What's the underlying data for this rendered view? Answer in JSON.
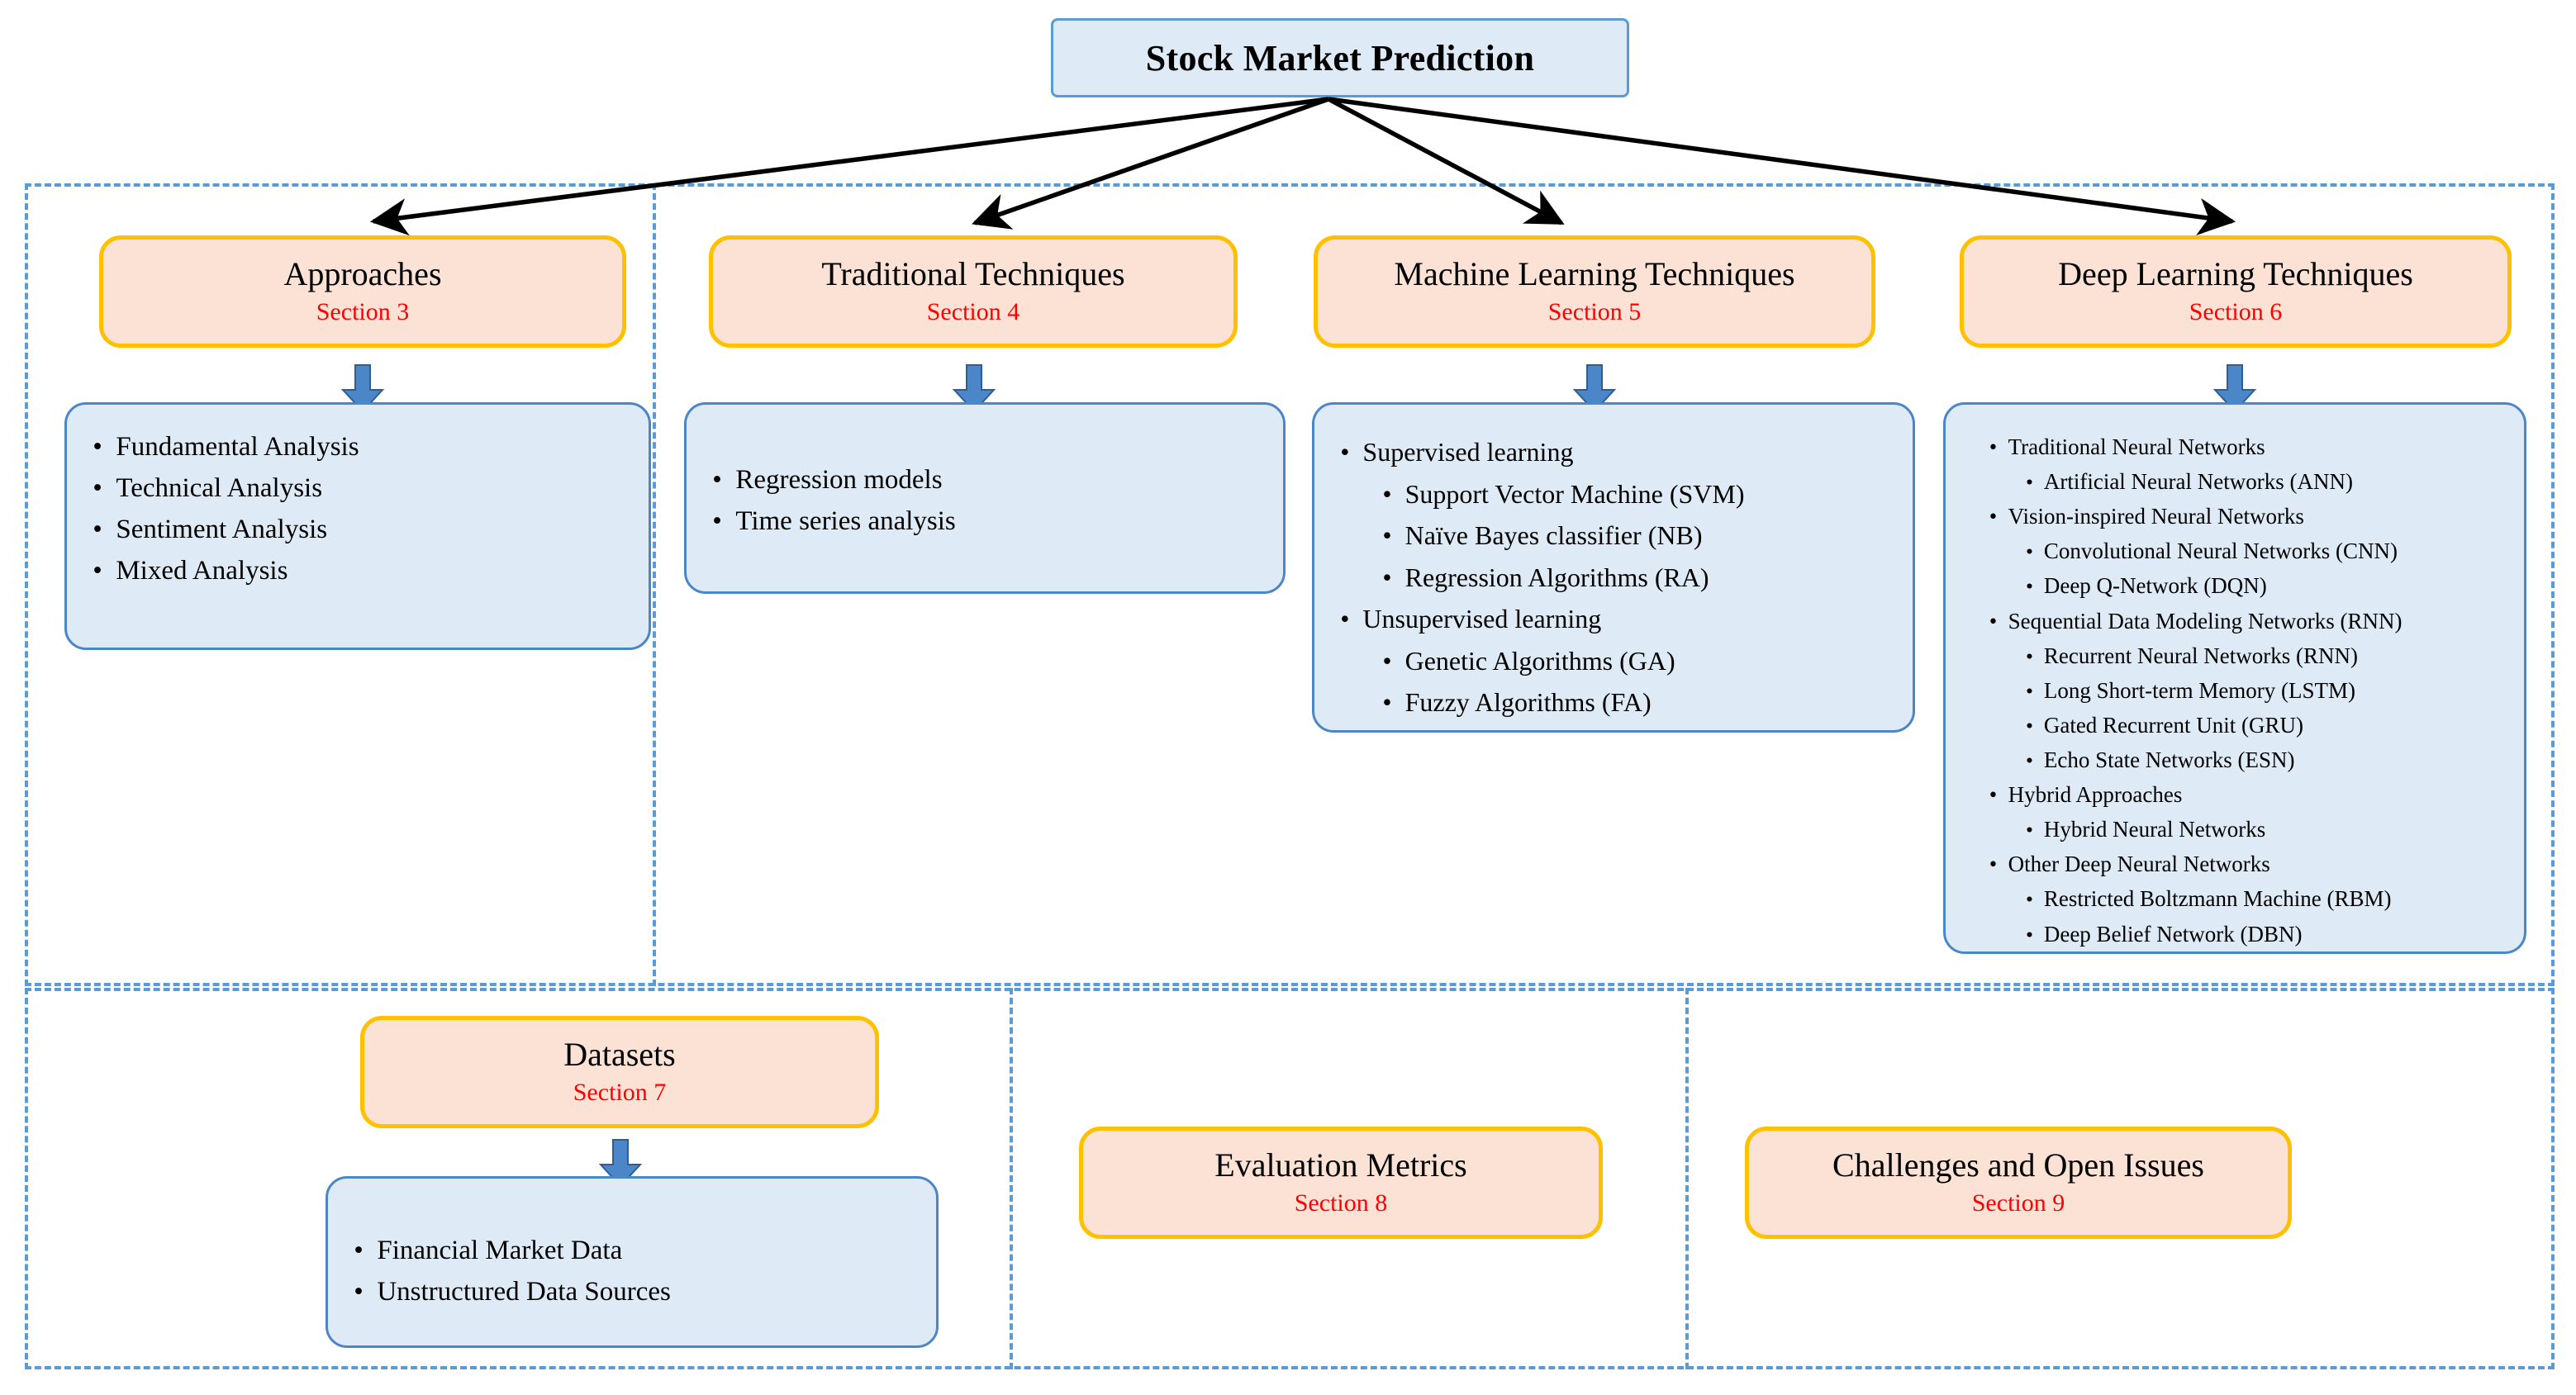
{
  "root": {
    "label": "Stock Market Prediction"
  },
  "colors": {
    "root_fill": "#DEEAF6",
    "root_border": "#5B9BD5",
    "section_fill": "#FBE2D5",
    "section_border": "#FFC000",
    "content_fill": "#DEEAF6",
    "content_border": "#4A86C8",
    "section_number_text": "#FF0000",
    "dashed_group_border": "#5B9BD5",
    "arrow_connector": "#000000",
    "block_arrow": "#4A86C8"
  },
  "upper_group": {
    "columns": [
      {
        "header": {
          "title": "Approaches",
          "section": "Section 3"
        },
        "items": [
          {
            "level": 0,
            "text": "Fundamental Analysis"
          },
          {
            "level": 0,
            "text": "Technical Analysis"
          },
          {
            "level": 0,
            "text": "Sentiment Analysis"
          },
          {
            "level": 0,
            "text": "Mixed Analysis"
          }
        ]
      },
      {
        "header": {
          "title": "Traditional Techniques",
          "section": "Section 4"
        },
        "items": [
          {
            "level": 0,
            "text": "Regression models"
          },
          {
            "level": 0,
            "text": "Time series analysis"
          }
        ]
      },
      {
        "header": {
          "title": "Machine Learning Techniques",
          "section": "Section 5"
        },
        "items": [
          {
            "level": 0,
            "text": "Supervised learning"
          },
          {
            "level": 1,
            "text": "Support Vector Machine (SVM)"
          },
          {
            "level": 1,
            "text": "Naïve Bayes classifier (NB)"
          },
          {
            "level": 1,
            "text": "Regression Algorithms (RA)"
          },
          {
            "level": 0,
            "text": "Unsupervised learning"
          },
          {
            "level": 1,
            "text": "Genetic Algorithms (GA)"
          },
          {
            "level": 1,
            "text": "Fuzzy Algorithms (FA)"
          }
        ]
      },
      {
        "header": {
          "title": "Deep Learning Techniques",
          "section": "Section 6"
        },
        "items": [
          {
            "level": 0,
            "text": "Traditional Neural Networks"
          },
          {
            "level": 1,
            "text": "Artificial Neural Networks (ANN)"
          },
          {
            "level": 0,
            "text": "Vision-inspired Neural Networks"
          },
          {
            "level": 1,
            "text": "Convolutional Neural Networks (CNN)"
          },
          {
            "level": 1,
            "text": "Deep Q-Network (DQN)"
          },
          {
            "level": 0,
            "text": "Sequential Data Modeling Networks (RNN)"
          },
          {
            "level": 1,
            "text": "Recurrent Neural Networks (RNN)"
          },
          {
            "level": 1,
            "text": "Long Short-term Memory (LSTM)"
          },
          {
            "level": 1,
            "text": "Gated Recurrent Unit (GRU)"
          },
          {
            "level": 1,
            "text": "Echo State Networks (ESN)"
          },
          {
            "level": 0,
            "text": "Hybrid Approaches"
          },
          {
            "level": 1,
            "text": "Hybrid Neural Networks"
          },
          {
            "level": 0,
            "text": "Other Deep Neural Networks"
          },
          {
            "level": 1,
            "text": "Restricted Boltzmann Machine (RBM)"
          },
          {
            "level": 1,
            "text": "Deep Belief Network (DBN)"
          }
        ]
      }
    ]
  },
  "lower_group": {
    "columns": [
      {
        "header": {
          "title": "Datasets",
          "section": "Section 7"
        },
        "items": [
          {
            "level": 0,
            "text": "Financial Market Data"
          },
          {
            "level": 0,
            "text": "Unstructured Data Sources"
          }
        ]
      },
      {
        "header": {
          "title": "Evaluation Metrics",
          "section": "Section 8"
        },
        "items": []
      },
      {
        "header": {
          "title": "Challenges and Open Issues",
          "section": "Section 9"
        },
        "items": []
      }
    ]
  }
}
